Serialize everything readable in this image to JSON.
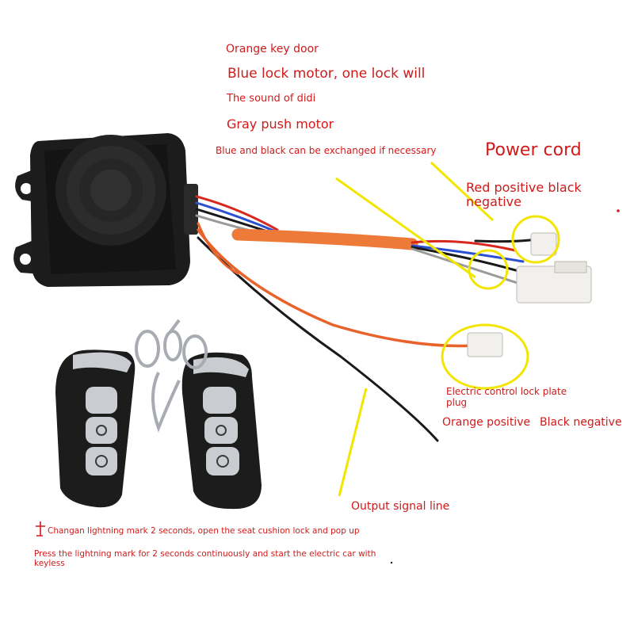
{
  "labels": {
    "orange_key_door": "Orange key door",
    "blue_lock_motor": "Blue lock motor, one lock will",
    "sound_of_didi": "The sound of didi",
    "gray_push_motor": "Gray push motor",
    "blue_black_exchange": "Blue and black can be exchanged if necessary",
    "power_cord": "Power cord",
    "red_positive_black_negative": "Red positive black negative",
    "electric_control_lock_plug": "Electric control lock plate plug",
    "orange_positive": "Orange positive",
    "black_negative": "Black negative",
    "output_signal_line": "Output signal line",
    "changan_lightning": "Changan lightning mark 2 seconds, open the seat cushion lock and pop up",
    "press_lightning": "Press the lightning mark for 2 seconds continuously and start the electric car with keyless"
  },
  "colors": {
    "label_text": "#d11a1a",
    "highlight": "#f2e600",
    "wire_orange": "#e8632a",
    "sleeve_orange": "#ee7a3a",
    "wire_black": "#1a1a1a",
    "wire_blue": "#2a4fd0",
    "wire_red": "#d8281e",
    "wire_gray": "#9a9a9a",
    "plastic_black": "#1c1c1c",
    "connector_white": "#f1f0ec",
    "chrome": "#c9ccd0"
  }
}
